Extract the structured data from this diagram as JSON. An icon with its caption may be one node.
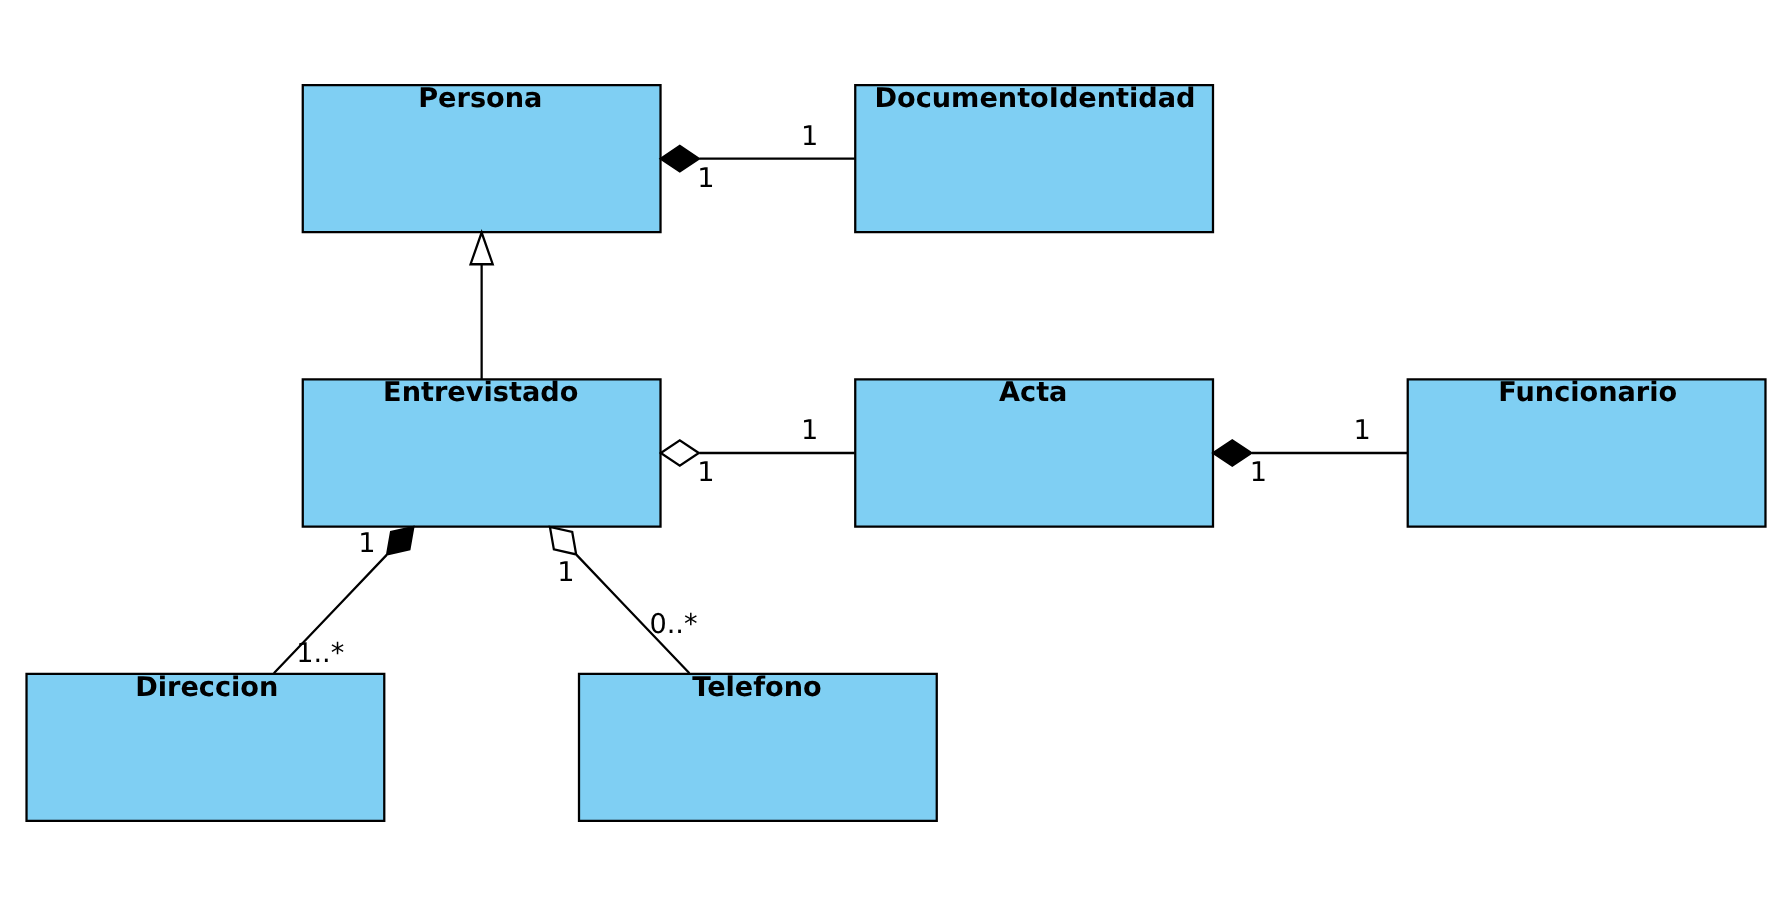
{
  "diagram": {
    "nodes": [
      {
        "text": [
          "Persona"
        ]
      },
      {
        "text": [
          "DocumentoIdentidad"
        ]
      },
      {
        "text": [
          "Entrevistado"
        ]
      },
      {
        "text": [
          "Acta"
        ]
      },
      {
        "text": [
          "Funcionario"
        ]
      },
      {
        "text": [
          "Direccion"
        ]
      },
      {
        "text": [
          "Telefono"
        ]
      }
    ],
    "edges": [
      {
        "from": 0,
        "to": 1,
        "arrow": "other"
      },
      {
        "from": 2,
        "to": 0,
        "arrow": "to"
      },
      {
        "from": 2,
        "to": 3,
        "arrow": "other"
      },
      {
        "from": 3,
        "to": 4,
        "arrow": "other"
      },
      {
        "from": 2,
        "to": 5,
        "arrow": "other"
      },
      {
        "from": 2,
        "to": 6,
        "arrow": "other"
      }
    ],
    "labels": [
      "1",
      "1",
      "1",
      "1",
      "1",
      "1",
      "1",
      "1",
      "1..*",
      "0..*"
    ]
  }
}
